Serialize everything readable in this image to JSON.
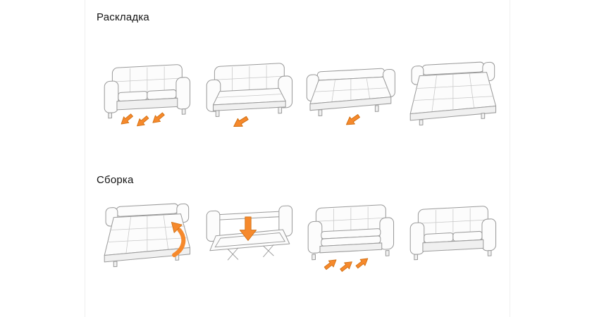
{
  "document": {
    "background": "#ffffff"
  },
  "colors": {
    "arrow_fill": "#f6892c",
    "arrow_stroke": "#cf6e10",
    "outline": "#9b9b9b"
  },
  "sections": [
    {
      "id": "unfold",
      "title": "Раскладка",
      "steps": [
        {
          "illustration": "sofa-assembled-pull-out-arrows"
        },
        {
          "illustration": "sofa-seat-extended"
        },
        {
          "illustration": "sofa-unfolding-flat"
        },
        {
          "illustration": "bed-fully-unfolded"
        }
      ]
    },
    {
      "id": "fold",
      "title": "Сборка",
      "steps": [
        {
          "illustration": "bed-lift-edge-arrow"
        },
        {
          "illustration": "frame-push-down-arrow"
        },
        {
          "illustration": "sofa-push-seat-in-arrows"
        },
        {
          "illustration": "sofa-assembled"
        }
      ]
    }
  ]
}
